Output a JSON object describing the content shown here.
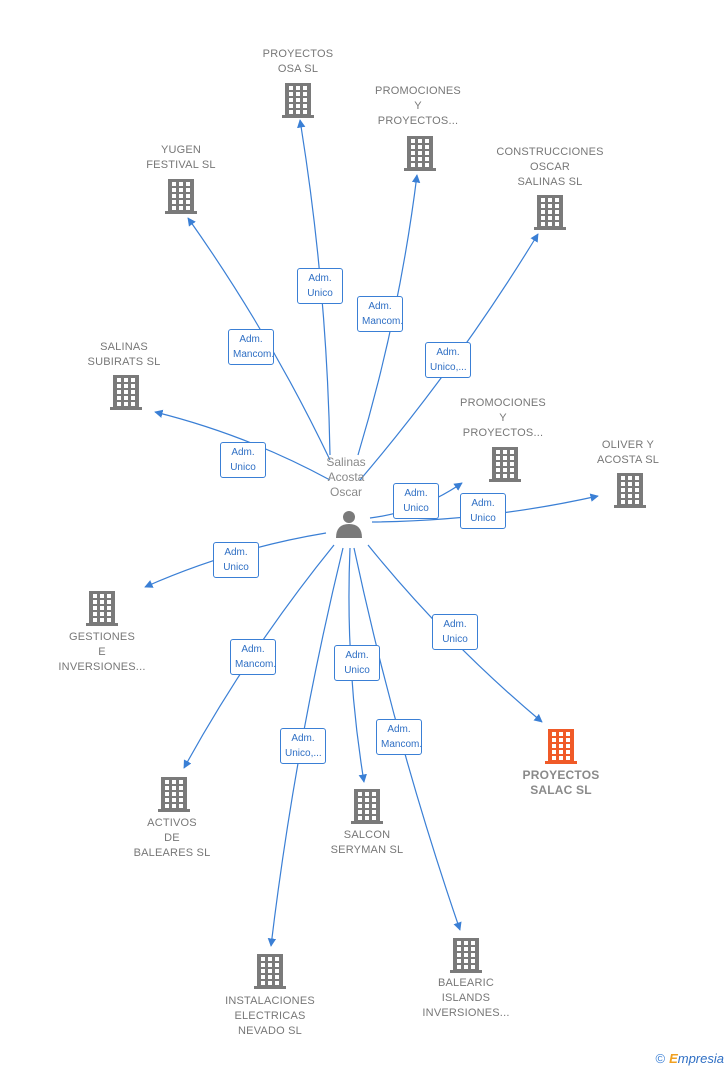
{
  "center": {
    "name": "Salinas\nAcosta\nOscar",
    "icon": "person-icon"
  },
  "colors": {
    "edge": "#3a7fd5",
    "building": "#7a7a7a",
    "highlight": "#f05a28"
  },
  "companies": [
    {
      "id": "proyectos-osa",
      "name": "PROYECTOS\nOSA SL",
      "role": "Adm.\nUnico"
    },
    {
      "id": "promociones-1",
      "name": "PROMOCIONES\nY\nPROYECTOS...",
      "role": "Adm.\nMancom."
    },
    {
      "id": "yugen",
      "name": "YUGEN\nFESTIVAL  SL",
      "role": "Adm.\nMancom."
    },
    {
      "id": "construcciones",
      "name": "CONSTRUCCIONES\nOSCAR\nSALINAS SL",
      "role": "Adm.\nUnico,..."
    },
    {
      "id": "salinas-subirats",
      "name": "SALINAS\nSUBIRATS  SL",
      "role": "Adm.\nUnico"
    },
    {
      "id": "promociones-2",
      "name": "PROMOCIONES\nY\nPROYECTOS...",
      "role": "Adm.\nUnico"
    },
    {
      "id": "oliver",
      "name": "OLIVER Y\nACOSTA  SL",
      "role": "Adm.\nUnico"
    },
    {
      "id": "gestiones",
      "name": "GESTIONES\nE\nINVERSIONES...",
      "role": "Adm.\nUnico"
    },
    {
      "id": "proyectos-salac",
      "name": "PROYECTOS\nSALAC  SL",
      "role": "Adm.\nUnico",
      "highlight": true
    },
    {
      "id": "activos",
      "name": "ACTIVOS\nDE\nBALEARES  SL",
      "role": "Adm.\nMancom."
    },
    {
      "id": "salcon",
      "name": "SALCON\nSERYMAN  SL",
      "role": "Adm.\nUnico"
    },
    {
      "id": "instalaciones",
      "name": "INSTALACIONES\nELECTRICAS\nNEVADO  SL",
      "role": "Adm.\nUnico,..."
    },
    {
      "id": "balearic",
      "name": "BALEARIC\nISLANDS\nINVERSIONES...",
      "role": "Adm.\nMancom."
    }
  ],
  "footer": {
    "copyright": "©",
    "brand_first": "E",
    "brand_rest": "mpresia"
  }
}
